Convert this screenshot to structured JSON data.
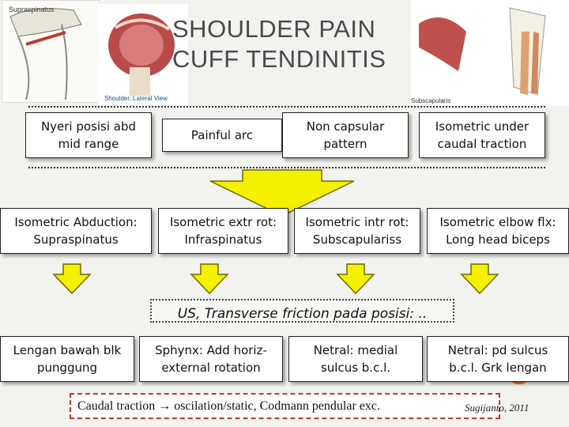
{
  "title_line1": "SHOULDER PAIN",
  "title_line2": "CUFF TENDINITIS",
  "images": {
    "left_label": "Supraspinatus",
    "shoulder_label": "Shoulder, Lateral View",
    "right_label": "Subscapularis"
  },
  "row1": [
    "Nyeri posisi abd mid range",
    "Painful arc",
    "Non capsular pattern",
    "Isometric under caudal traction"
  ],
  "row2": [
    "Isometric Abduction: Supraspinatus",
    "Isometric extr rot: Infraspinatus",
    "Isometric intr rot: Subscapulariss",
    "Isometric elbow flx: Long head biceps"
  ],
  "us_text": "US, Transverse friction pada posisi: ..",
  "row3": [
    "Lengan bawah blk punggung",
    "Sphynx: Add horiz-external rotation",
    "Netral: medial sulcus b.c.l.",
    "Netral: pd sulcus b.c.l. Grk lengan"
  ],
  "bottom_text": "Caudal traction → oscilation/static, Codmann pendular exc.",
  "credit": "Sugijanto, 2011",
  "colors": {
    "arrow_fill": "#f4f000",
    "arrow_stroke": "#6b6b00",
    "accent": "#e8782a"
  }
}
